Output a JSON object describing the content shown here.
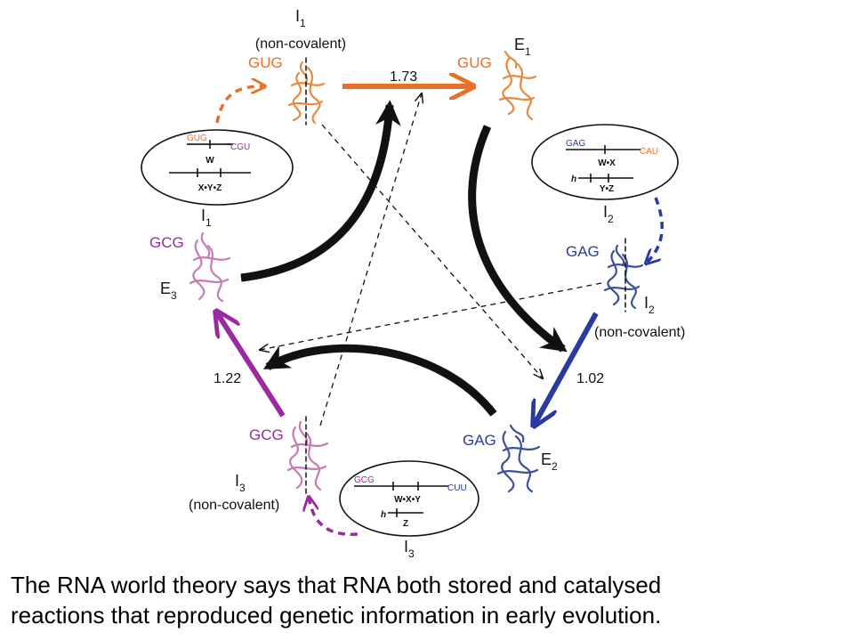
{
  "colors": {
    "orange": "#E8702A",
    "blue": "#2B3A9E",
    "purple": "#9A2A9E",
    "black": "#111111",
    "orange_ribbon": "#E9893F",
    "blue_ribbon": "#3E4F9C",
    "purple_ribbon": "#C77BB4"
  },
  "nodes": {
    "top_left": {
      "name": "I",
      "sub": "1",
      "note": "(non-covalent)",
      "seq": "GUG"
    },
    "top_right": {
      "name": "E",
      "sub": "1",
      "seq": "GUG"
    },
    "right_upper": {
      "name": "I",
      "sub": "2",
      "note": "(non-covalent)",
      "seq": "GAG"
    },
    "right_lower": {
      "name": "E",
      "sub": "2",
      "seq": "GAG"
    },
    "left_lower": {
      "name": "I",
      "sub": "3",
      "note": "(non-covalent)",
      "seq": "GCG"
    },
    "left_upper": {
      "name": "E",
      "sub": "3",
      "seq": "GCG"
    }
  },
  "rates": {
    "r1": "1.73",
    "r2": "1.02",
    "r3": "1.22"
  },
  "boxes": {
    "box1": {
      "label_name": "I",
      "label_sub": "1",
      "seq_left": "GUG",
      "seq_right": "CGU",
      "mid": "W",
      "bottom": "X•Y•Z"
    },
    "box2": {
      "label_name": "I",
      "label_sub": "2",
      "seq_left": "GAG",
      "seq_right": "CAU",
      "mid": "W•X",
      "h": "h",
      "bottom": "Y•Z"
    },
    "box3": {
      "label_name": "I",
      "label_sub": "3",
      "seq_left": "GCG",
      "seq_right": "CUU",
      "mid": "W•X•Y",
      "h": "h",
      "bottom": "Z"
    }
  },
  "caption": {
    "line1": "The RNA world theory says that RNA both stored and catalysed",
    "line2": "reactions that reproduced genetic information in early evolution."
  }
}
